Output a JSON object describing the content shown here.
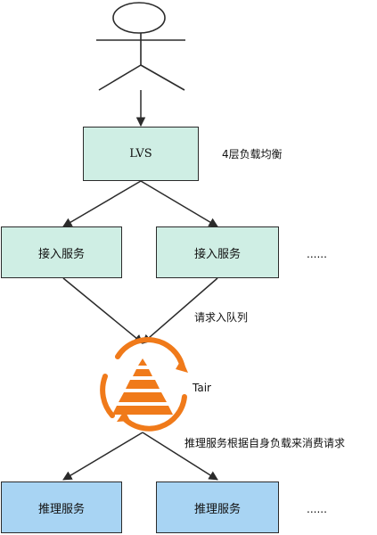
{
  "nodes": {
    "lvs": "LVS",
    "access_1": "接入服务",
    "access_2": "接入服务",
    "access_more": "......",
    "infer_1": "推理服务",
    "infer_2": "推理服务",
    "infer_more": "......",
    "tair": "Tair"
  },
  "labels": {
    "lvs_desc": "4层负载均衡",
    "enqueue": "请求入队列",
    "consume": "推理服务根据自身负载来消费请求"
  },
  "colors": {
    "green_box": "#cfeee4",
    "blue_box": "#a8d4f3",
    "tair_orange": "#f07a1a"
  },
  "icons": [
    "user-stick-figure-icon",
    "tair-logo-icon"
  ]
}
